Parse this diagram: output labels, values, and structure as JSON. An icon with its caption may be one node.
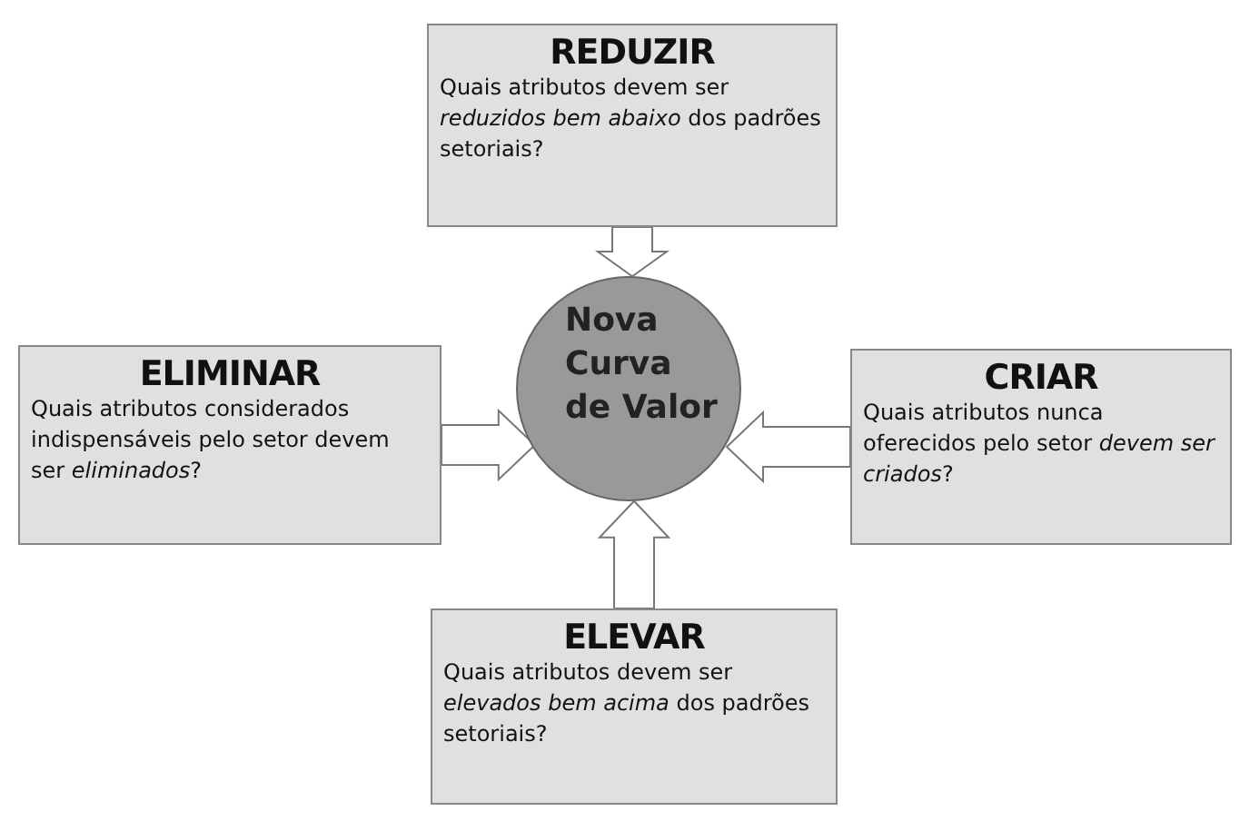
{
  "diagram": {
    "nodes": [
      {
        "text": [
          "REDUZIR",
          "Quais atributos devem ser *reduzidos bem abaixo* dos padrões setoriais?"
        ]
      },
      {
        "text": [
          "ELIMINAR",
          "Quais atributos considerados indispensáveis pelo setor devem ser *eliminados*?"
        ]
      },
      {
        "text": [
          "Nova Curva de Valor"
        ]
      },
      {
        "text": [
          "CRIAR",
          "Quais atributos nunca oferecidos pelo setor *devem ser criados*?"
        ]
      },
      {
        "text": [
          "ELEVAR",
          "Quais atributos devem ser *elevados bem acima* dos padrões setoriais?"
        ]
      }
    ],
    "edges": [
      {
        "from": 0,
        "to": 2,
        "arrow": "to"
      },
      {
        "from": 1,
        "to": 2,
        "arrow": "to"
      },
      {
        "from": 3,
        "to": 2,
        "arrow": "to"
      },
      {
        "from": 4,
        "to": 2,
        "arrow": "to"
      }
    ]
  }
}
